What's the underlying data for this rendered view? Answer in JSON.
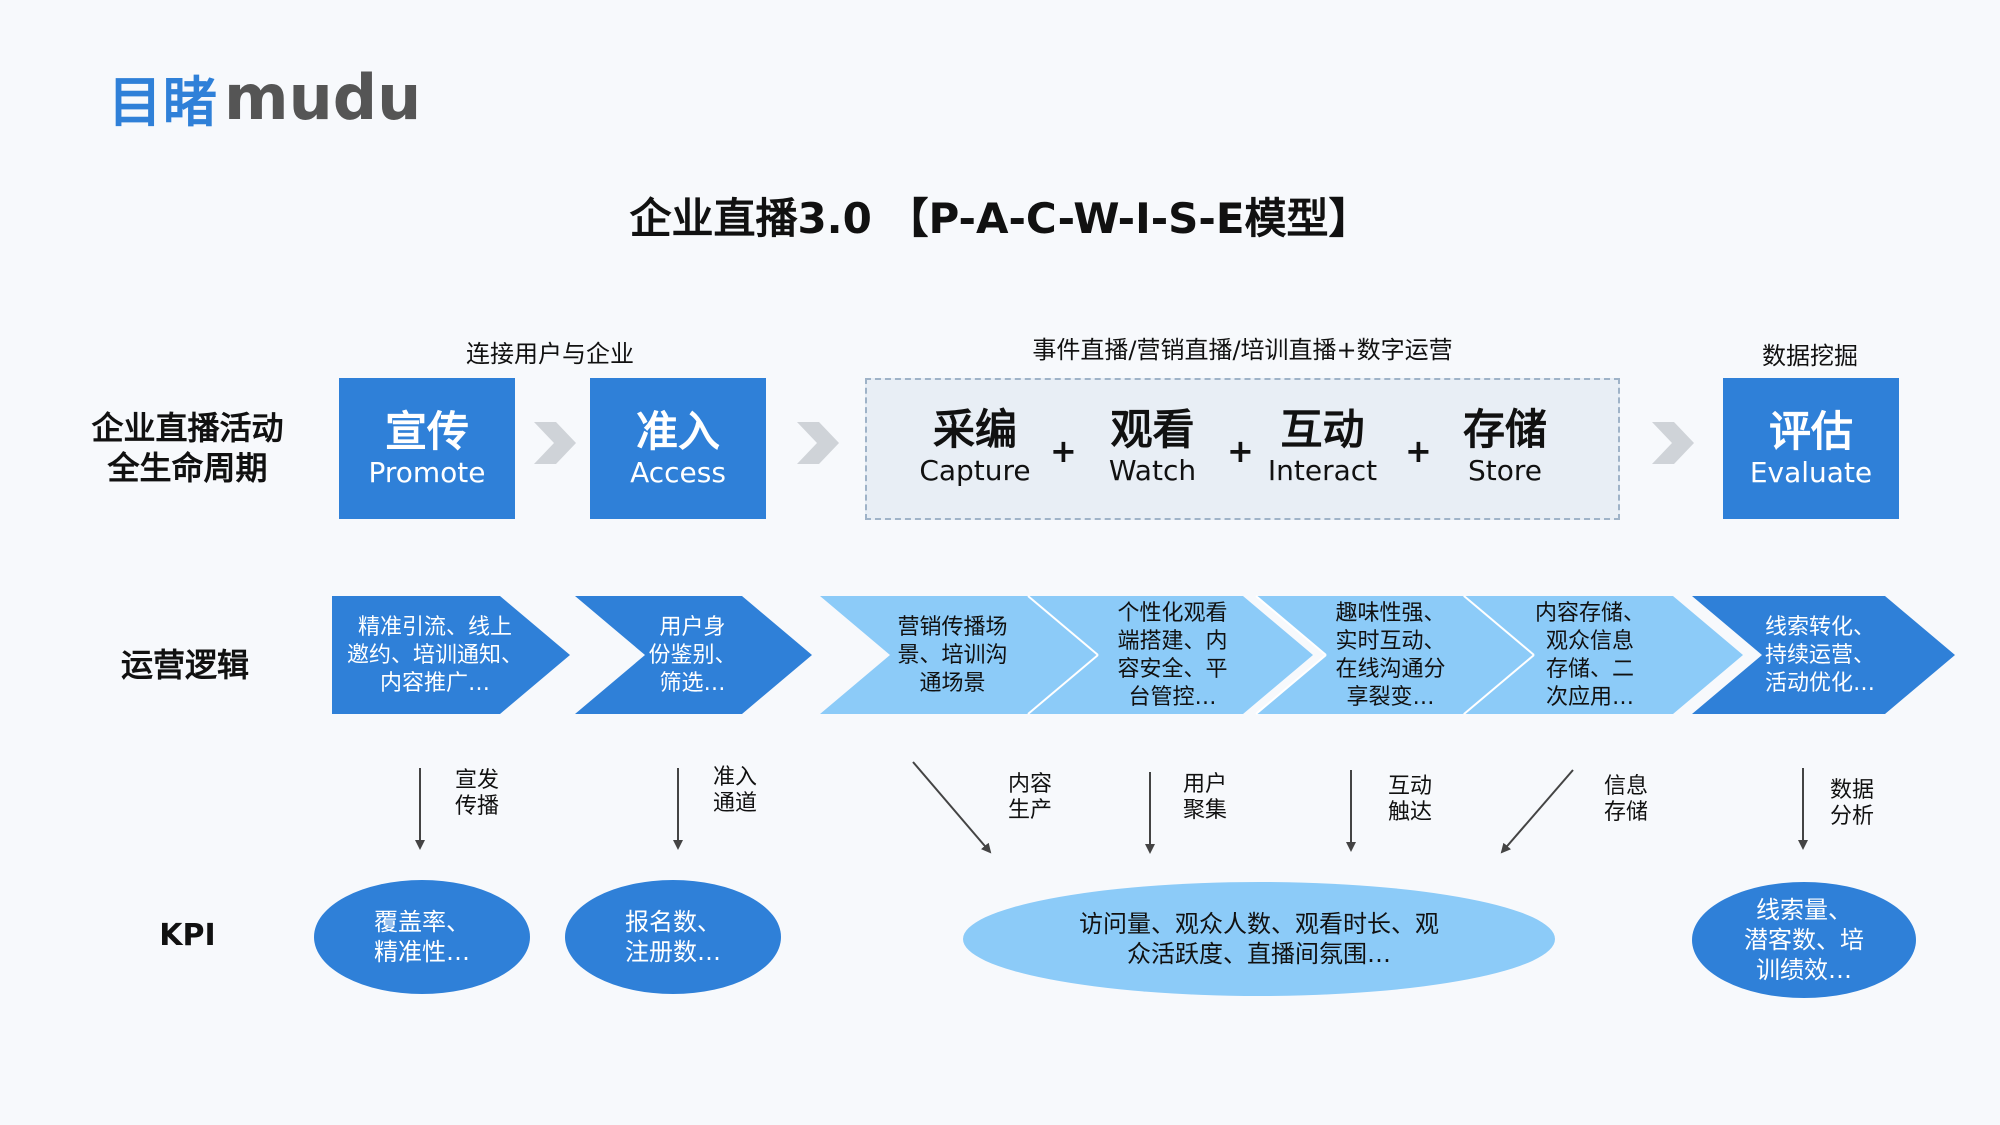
{
  "logo": {
    "cn": "目睹",
    "en": "mudu"
  },
  "title": "企业直播3.0 【P-A-C-W-I-S-E模型】",
  "row_labels": {
    "lifecycle_1": "企业直播活动",
    "lifecycle_2": "全生命周期",
    "logic": "运营逻辑",
    "kpi": "KPI"
  },
  "top_notes": {
    "connect": "连接用户与企业",
    "live": "事件直播/营销直播/培训直播+数字运营",
    "mining": "数据挖掘"
  },
  "stages": {
    "promote": {
      "cn": "宣传",
      "en": "Promote"
    },
    "access": {
      "cn": "准入",
      "en": "Access"
    },
    "capture": {
      "cn": "采编",
      "en": "Capture"
    },
    "watch": {
      "cn": "观看",
      "en": "Watch"
    },
    "interact": {
      "cn": "互动",
      "en": "Interact"
    },
    "store": {
      "cn": "存储",
      "en": "Store"
    },
    "evaluate": {
      "cn": "评估",
      "en": "Evaluate"
    }
  },
  "plus": "+",
  "logic": [
    {
      "l1": "精准引流、线上",
      "l2": "邀约、培训通知、",
      "l3": "内容推广…",
      "l4": ""
    },
    {
      "l1": "用户身",
      "l2": "份鉴别、",
      "l3": "筛选…",
      "l4": ""
    },
    {
      "l1": "营销传播场",
      "l2": "景、培训沟",
      "l3": "通场景",
      "l4": ""
    },
    {
      "l1": "个性化观看",
      "l2": "端搭建、内",
      "l3": "容安全、平",
      "l4": "台管控…"
    },
    {
      "l1": "趣味性强、",
      "l2": "实时互动、",
      "l3": "在线沟通分",
      "l4": "享裂变…"
    },
    {
      "l1": "内容存储、",
      "l2": "观众信息",
      "l3": "存储、二",
      "l4": "次应用…"
    },
    {
      "l1": "线索转化、",
      "l2": "持续运营、",
      "l3": "活动优化…",
      "l4": ""
    }
  ],
  "arrow_labels": [
    {
      "a": "宣发",
      "b": "传播"
    },
    {
      "a": "准入",
      "b": "通道"
    },
    {
      "a": "内容",
      "b": "生产"
    },
    {
      "a": "用户",
      "b": "聚集"
    },
    {
      "a": "互动",
      "b": "触达"
    },
    {
      "a": "信息",
      "b": "存储"
    },
    {
      "a": "数据",
      "b": "分析"
    }
  ],
  "kpi": {
    "k1": {
      "l1": "覆盖率、",
      "l2": "精准性…"
    },
    "k2": {
      "l1": "报名数、",
      "l2": "注册数…"
    },
    "k3": {
      "l1": "访问量、观众人数、观看时长、观",
      "l2": "众活跃度、直播间氛围…"
    },
    "k4": {
      "l1": "线索量、",
      "l2": "潜客数、培",
      "l3": "训绩效…"
    }
  },
  "colors": {
    "blue": "#2f80d8",
    "light_blue": "#8ccbf8",
    "dark_text": "#111111",
    "gray": "#444444"
  }
}
